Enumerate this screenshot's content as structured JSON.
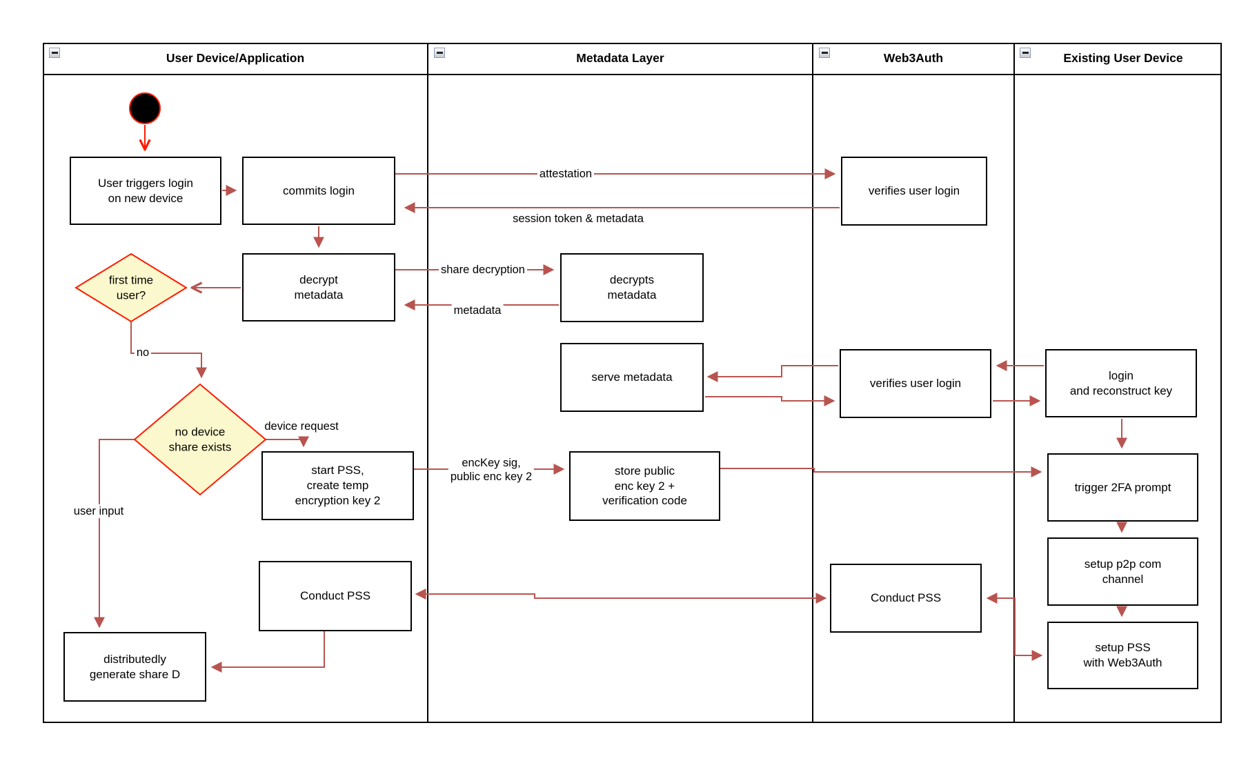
{
  "colors": {
    "connector": "#B85450",
    "accent_red": "#FF1A00",
    "diamond_fill": "#FCF8CD",
    "line_black": "#000000"
  },
  "lanes": [
    {
      "title": "User Device/Application"
    },
    {
      "title": "Metadata Layer"
    },
    {
      "title": "Web3Auth"
    },
    {
      "title": "Existing User Device"
    }
  ],
  "nodes": {
    "user_triggers": {
      "label": "User triggers login\non new device"
    },
    "commits_login": {
      "label": "commits login"
    },
    "decrypt_metadata": {
      "label": "decrypt\nmetadata"
    },
    "first_time_user": {
      "label": "first time\nuser?"
    },
    "no_device_share": {
      "label": "no device\nshare exists"
    },
    "start_pss": {
      "label": "start PSS,\ncreate temp\nencryption key 2"
    },
    "conduct_pss_user": {
      "label": "Conduct PSS"
    },
    "distributedly": {
      "label": "distributedly\ngenerate share D"
    },
    "decrypts_metadata": {
      "label": "decrypts\nmetadata"
    },
    "serve_metadata": {
      "label": "serve metadata"
    },
    "store_public": {
      "label": "store public\nenc key 2 +\nverification code"
    },
    "verifies_login_1": {
      "label": "verifies user login"
    },
    "verifies_login_2": {
      "label": "verifies user login"
    },
    "conduct_pss_w3a": {
      "label": "Conduct PSS"
    },
    "login_reconstruct": {
      "label": "login\nand reconstruct key"
    },
    "trigger_2fa": {
      "label": "trigger 2FA prompt"
    },
    "setup_p2p": {
      "label": "setup p2p com\nchannel"
    },
    "setup_pss": {
      "label": "setup PSS\nwith Web3Auth"
    }
  },
  "edge_labels": {
    "attestation": "attestation",
    "session_token": "session token & metadata",
    "share_decryption": "share decryption",
    "metadata": "metadata",
    "no": "no",
    "device_request": "device request",
    "enckey": "encKey sig,\npublic enc key 2",
    "user_input": "user input"
  }
}
